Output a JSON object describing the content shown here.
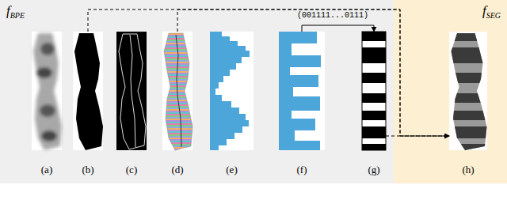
{
  "diagram": {
    "nodes": [
      {
        "text": [
          "f",
          "BPE"
        ]
      },
      {
        "text": [
          "f",
          "SEG"
        ]
      },
      {
        "text": [
          "(a)"
        ],
        "in": 0
      },
      {
        "text": [
          "(b)"
        ],
        "in": 0
      },
      {
        "text": [
          "(c)"
        ],
        "in": 0
      },
      {
        "text": [
          "(d)"
        ],
        "in": 0
      },
      {
        "text": [
          "(e)"
        ],
        "in": 0
      },
      {
        "text": [
          "(f)"
        ],
        "in": 0
      },
      {
        "text": [
          "(g)"
        ],
        "in": 0
      },
      {
        "text": [
          "(h)"
        ],
        "in": 1
      }
    ],
    "edges": [
      {
        "from": 7,
        "to": 8,
        "arrow": "to",
        "label": "(001111...0111)"
      },
      {
        "from": 8,
        "to": 9,
        "arrow": "to"
      },
      {
        "from": 3,
        "to": 9,
        "arrow": "to"
      },
      {
        "from": 5,
        "to": 9,
        "arrow": "to"
      }
    ]
  }
}
